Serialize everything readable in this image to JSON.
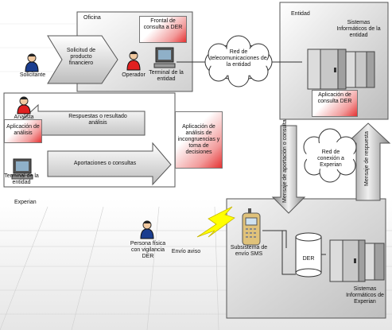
{
  "oficina": {
    "title": "Oficina",
    "frontal": "Frontal de consulta a DER",
    "operador": "Operador",
    "terminal": "Terminal de la entidad"
  },
  "solicitante": {
    "label": "Solicitante",
    "request": "Solicitud de producto financiero"
  },
  "network_entity": "Red de telecomunicaciones de la entidad",
  "entidad": {
    "title": "Entidad",
    "systems": "Sistemas Informáticos de la entidad",
    "app": "Aplicación de consulta DER"
  },
  "analista": {
    "label": "Analista",
    "app": "Aplicación de análisis",
    "terminal": "Terminal de la entidad",
    "responses": "Respuestas o resultado análisis",
    "contributions": "Aportaciones o consultas"
  },
  "analysis_app": "Aplicación de análisis de incongruencias y toma de decisiones",
  "arrows": {
    "consulta": "Mensaje de aportación o consulta",
    "respuesta": "Mensaje de respuesta"
  },
  "network_experian": "Red de conexión a Experian",
  "experian": {
    "title": "Experian",
    "sms": "Subsistema de envío SMS",
    "der": "DER",
    "systems": "Sistemas Informáticos de Experian"
  },
  "persona": {
    "label": "Persona física con vigilancia DER",
    "aviso": "Envío aviso"
  },
  "colors": {
    "red_accent": "#e53333",
    "panel_gray": "#d9d9d9",
    "bolt": "#ffff00"
  }
}
